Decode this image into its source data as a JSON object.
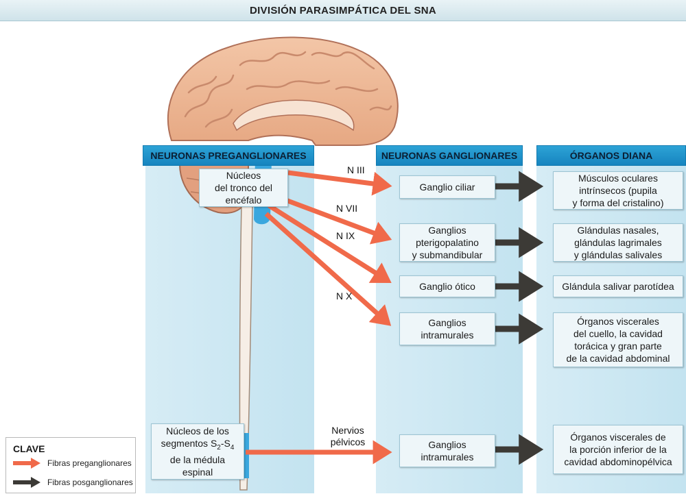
{
  "title": "DIVISIÓN PARASIMPÁTICA DEL SNA",
  "columns": {
    "pre": "NEURONAS PREGANGLIONARES",
    "gang": "NEURONAS GANGLIONARES",
    "target": "ÓRGANOS DIANA"
  },
  "pre_nuclei": {
    "brainstem": "Núcleos\ndel tronco del\nencéfalo",
    "spinal_a": "Núcleos de los\nsegmentos S",
    "spinal_sub2": "2",
    "spinal_dash": "-S",
    "spinal_sub4": "4",
    "spinal_b": "de la médula\nespinal"
  },
  "nerves": {
    "n3": "N III",
    "n7": "N VII",
    "n9": "N IX",
    "n10": "N X",
    "pelvic": "Nervios\npélvicos"
  },
  "ganglia": [
    "Ganglio ciliar",
    "Ganglios\npterigopalatino\ny submandibular",
    "Ganglio ótico",
    "Ganglios\nintramurales",
    "Ganglios\nintramurales"
  ],
  "targets": [
    "Músculos oculares\nintrínsecos (pupila\ny forma del cristalino)",
    "Glándulas nasales,\nglándulas lagrimales\ny glándulas salivales",
    "Glándula salivar parotídea",
    "Órganos viscerales\ndel cuello, la cavidad\ntorácica y gran parte\nde la cavidad abdominal",
    "Órganos viscerales de\nla porción inferior de la\ncavidad abdominopélvica"
  ],
  "key": {
    "title": "CLAVE",
    "pre_fibers": "Fibras preganglionares",
    "post_fibers": "Fibras posganglionares"
  },
  "colors": {
    "preganglionic": "#f06a4a",
    "postganglionic": "#3c3a36",
    "header_blue": "#1f93cc",
    "column_blue": "#cde8f3"
  }
}
